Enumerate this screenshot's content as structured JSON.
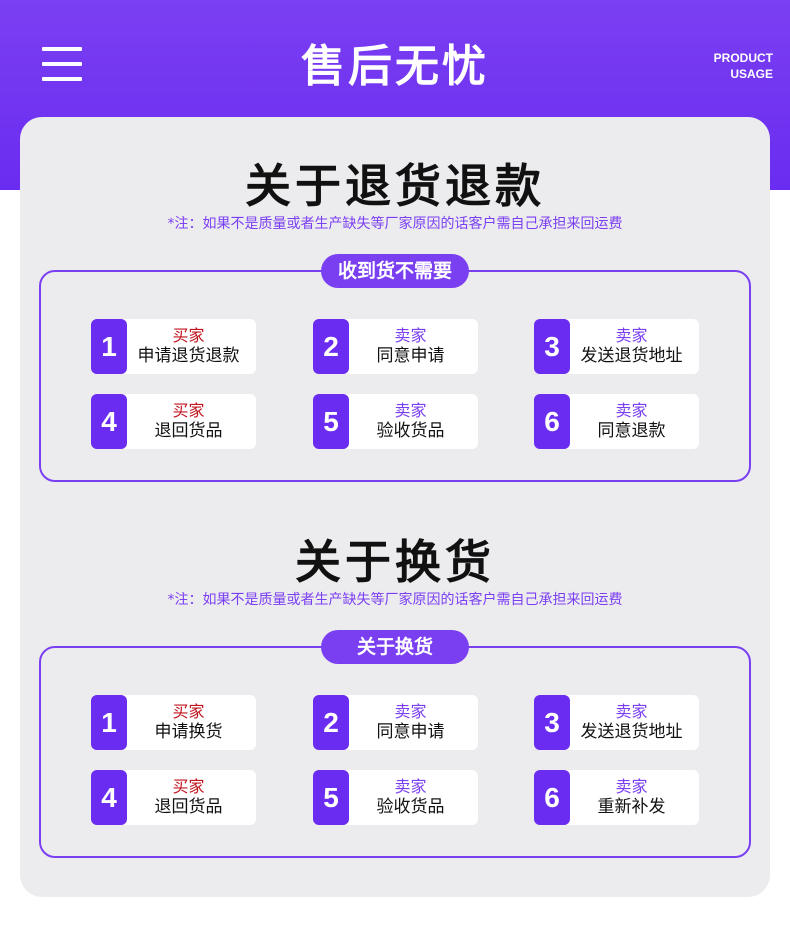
{
  "header": {
    "title": "售后无忧",
    "sub_line1": "PRODUCT",
    "sub_line2": "USAGE"
  },
  "refund": {
    "title": "关于退货退款",
    "note": "*注：如果不是质量或者生产缺失等厂家原因的话客户需自己承担来回运费",
    "pill": "收到货不需要",
    "steps": [
      {
        "num": "1",
        "role": "买家",
        "action": "申请退货退款"
      },
      {
        "num": "2",
        "role": "卖家",
        "action": "同意申请"
      },
      {
        "num": "3",
        "role": "卖家",
        "action": "发送退货地址"
      },
      {
        "num": "4",
        "role": "买家",
        "action": "退回货品"
      },
      {
        "num": "5",
        "role": "卖家",
        "action": "验收货品"
      },
      {
        "num": "6",
        "role": "卖家",
        "action": "同意退款"
      }
    ]
  },
  "exchange": {
    "title": "关于换货",
    "note": "*注：如果不是质量或者生产缺失等厂家原因的话客户需自己承担来回运费",
    "pill": "关于换货",
    "steps": [
      {
        "num": "1",
        "role": "买家",
        "action": "申请换货"
      },
      {
        "num": "2",
        "role": "卖家",
        "action": "同意申请"
      },
      {
        "num": "3",
        "role": "卖家",
        "action": "发送退货地址"
      },
      {
        "num": "4",
        "role": "买家",
        "action": "退回货品"
      },
      {
        "num": "5",
        "role": "卖家",
        "action": "验收货品"
      },
      {
        "num": "6",
        "role": "卖家",
        "action": "重新补发"
      }
    ]
  },
  "colors": {
    "accent": "#7b3ff2",
    "buyer": "#c0141e",
    "seller": "#7b3ff2"
  }
}
